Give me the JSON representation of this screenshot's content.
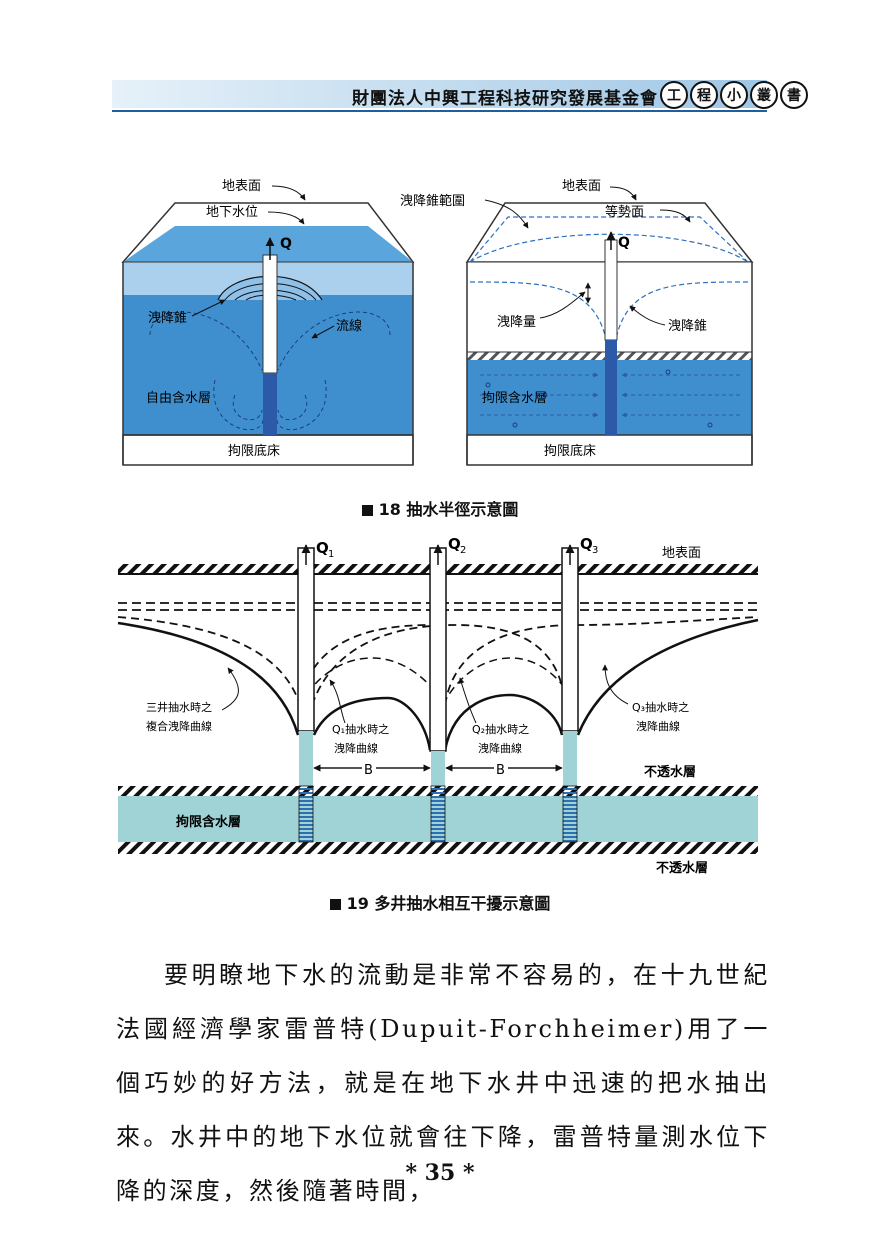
{
  "header": {
    "title": "財團法人中興工程科技研究發展基金會",
    "series": [
      "工",
      "程",
      "小",
      "叢",
      "書"
    ]
  },
  "figure18": {
    "left": {
      "ground_surface": "地表面",
      "water_table": "地下水位",
      "flow_rate": "Q",
      "drawdown_cone": "洩降錐",
      "flow_lines": "流線",
      "aquifer": "自由含水層",
      "bed": "拘限底床"
    },
    "right": {
      "ground_surface": "地表面",
      "cone_range": "洩降錐範圍",
      "potential_surface": "等勢面",
      "flow_rate": "Q",
      "drawdown_amount": "洩降量",
      "drawdown_cone": "洩降錐",
      "aquifer": "拘限含水層",
      "bed": "拘限底床"
    },
    "caption": "18  抽水半徑示意圖"
  },
  "figure19": {
    "q1": "Q",
    "q1_sub": "1",
    "q2": "Q",
    "q2_sub": "2",
    "q3": "Q",
    "q3_sub": "3",
    "ground_surface": "地表面",
    "composite_label_1": "三井抽水時之",
    "composite_label_2": "複合洩降曲線",
    "q1_label_1": "Q₁抽水時之",
    "q1_label_2": "洩降曲線",
    "q2_label_1": "Q₂抽水時之",
    "q2_label_2": "洩降曲線",
    "q3_label_1": "Q₃抽水時之",
    "q3_label_2": "洩降曲線",
    "spacing_1": "B",
    "spacing_2": "B",
    "impermeable_top": "不透水層",
    "aquifer": "拘限含水層",
    "impermeable_bottom": "不透水層",
    "caption": "19  多井抽水相互干擾示意圖"
  },
  "body": {
    "paragraph": "要明瞭地下水的流動是非常不容易的，在十九世紀法國經濟學家雷普特(Dupuit-Forchheimer)用了一個巧妙的好方法，就是在地下水井中迅速的把水抽出來。水井中的地下水位就會往下降，雷普特量測水位下降的深度，然後隨著時間，"
  },
  "footer": {
    "page_number": "*  35  *"
  },
  "colors": {
    "water_dark": "#3f8fcf",
    "water_light": "#aad0ee",
    "aquifer_teal": "#9fd3d6",
    "well_blue": "#2d5aa8",
    "header_blue": "#1f5f9e"
  }
}
